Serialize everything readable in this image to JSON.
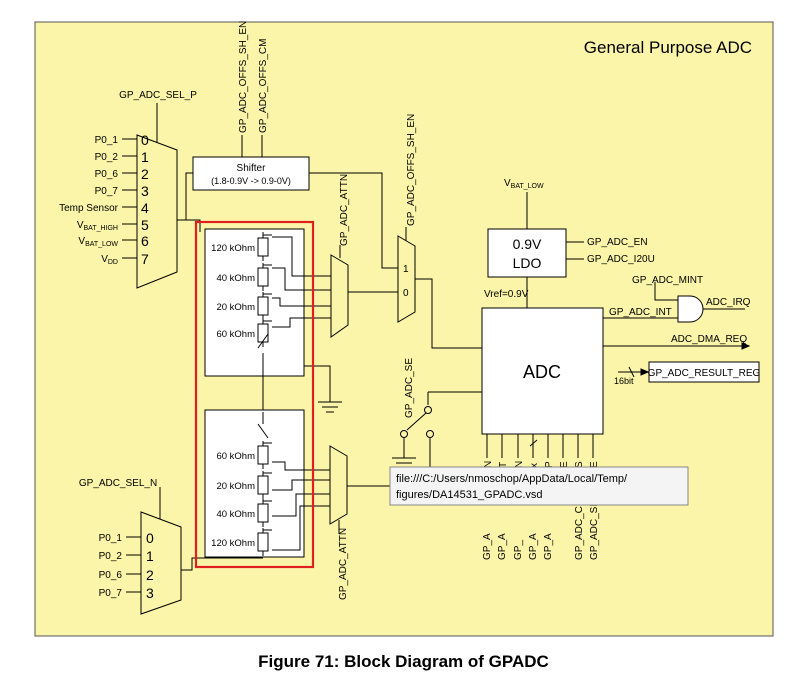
{
  "title": "General Purpose ADC",
  "caption": "Figure 71: Block Diagram of GPADC",
  "colors": {
    "panel_bg": "#faf5a8",
    "highlight": "#e02020",
    "tooltip_bg": "#f4f4f4"
  },
  "mux_p": {
    "label": "GP_ADC_SEL_P",
    "inputs": [
      {
        "label": "P0_1",
        "num": "0"
      },
      {
        "label": "P0_2",
        "num": "1"
      },
      {
        "label": "P0_6",
        "num": "2"
      },
      {
        "label": "P0_7",
        "num": "3"
      },
      {
        "label": "Temp Sensor",
        "num": "4"
      },
      {
        "label": "V",
        "sub": "BAT_HIGH",
        "num": "5"
      },
      {
        "label": "V",
        "sub": "BAT_LOW",
        "num": "6"
      },
      {
        "label": "V",
        "sub": "DD",
        "num": "7"
      }
    ]
  },
  "mux_n": {
    "label": "GP_ADC_SEL_N",
    "inputs": [
      {
        "label": "P0_1",
        "num": "0"
      },
      {
        "label": "P0_2",
        "num": "1"
      },
      {
        "label": "P0_6",
        "num": "2"
      },
      {
        "label": "P0_7",
        "num": "3"
      }
    ]
  },
  "shifter": {
    "label": "Shifter",
    "sublabel": "(1.8-0.9V -> 0.9-0V)",
    "sig_offs_sh_en": "GP_ADC_OFFS_SH_EN",
    "sig_offs_cm": "GP_ADC_OFFS_CM"
  },
  "attenuator_top": {
    "resistors": [
      "120 kOhm",
      "40 kOhm",
      "20 kOhm",
      "60 kOhm"
    ],
    "attn_label": "GP_ADC_ATTN"
  },
  "attenuator_bottom": {
    "resistors": [
      "60 kOhm",
      "20 kOhm",
      "40 kOhm",
      "120 kOhm"
    ],
    "attn_label": "GP_ADC_ATTN"
  },
  "mux2": {
    "label": "GP_ADC_OFFS_SH_EN",
    "in1": "1",
    "in0": "0"
  },
  "se_label": "GP_ADC_SE",
  "ldo": {
    "label1": "0.9V",
    "label2": "LDO",
    "vbat": "V",
    "vbat_sub": "BAT_LOW",
    "sig_en": "GP_ADC_EN",
    "sig_i20u": "GP_ADC_I20U",
    "vref": "Vref=0.9V"
  },
  "adc": {
    "label": "ADC",
    "sig_mint": "GP_ADC_MINT",
    "sig_int": "GP_ADC_INT",
    "sig_irq": "ADC_IRQ",
    "sig_dma": "ADC_DMA_REQ",
    "bits": "16bit",
    "result_reg": "GP_ADC_RESULT_REG",
    "bottom_pins": [
      "N",
      "T",
      "N",
      "x",
      "P",
      "E",
      "S",
      "E"
    ],
    "bottom_vertical": [
      "GP_A",
      "GP_A",
      "GP_",
      "GP_A",
      "GP_A",
      "GP_ADC_C",
      "GP_ADC_SI"
    ]
  },
  "tooltip": {
    "line1": "file:///C:/Users/nmoschop/AppData/Local/Temp/",
    "line2": "figures/DA14531_GPADC.vsd"
  }
}
